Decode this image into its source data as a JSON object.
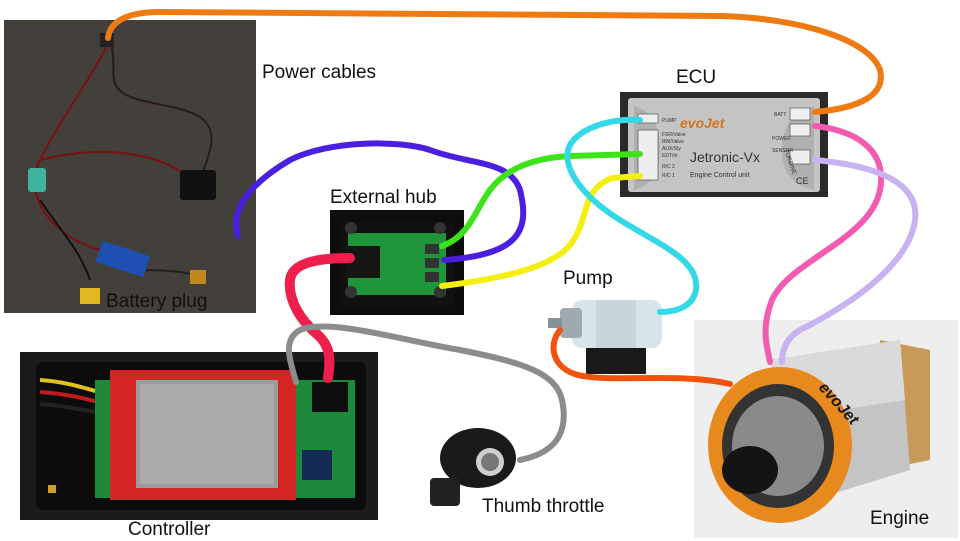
{
  "labels": {
    "power_cables": "Power cables",
    "battery_plug": "Battery plug",
    "external_hub": "External hub",
    "ecu": "ECU",
    "pump": "Pump",
    "controller": "Controller",
    "thumb_throttle": "Thumb throttle",
    "engine": "Engine"
  },
  "ecu_panel": {
    "brand": "evoJet",
    "model": "Jetronic-Vx",
    "subtitle": "Engine Control unit",
    "ports_left": [
      "PUMP",
      "FSR/Valve",
      "RW/Valve",
      "AUX/Sty",
      "EDT/In",
      "R/C 2",
      "R/C 1"
    ],
    "ports_right": [
      "BATT",
      "POWER",
      "SENSOR"
    ],
    "turbine": "TURBINE",
    "ce": "CE"
  },
  "engine_brand": "evoJet",
  "colors": {
    "power_cable": "#f07a12",
    "rc_blue": "#4a1fe0",
    "rc_green": "#3ee21a",
    "rc_yellow": "#f3ef10",
    "pump_cyan": "#35d8e6",
    "controller_red": "#ef1f4d",
    "throttle_gray": "#8c8c8c",
    "pump_motor": "#f2520c",
    "engine_pink": "#f25bb0",
    "engine_lavender": "#c9b2f2",
    "engine_accent": "#e8891e"
  }
}
